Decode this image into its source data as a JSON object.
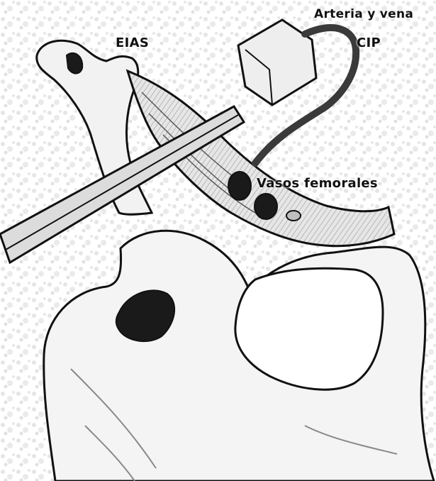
{
  "labels": {
    "eias": "EIAS",
    "arteria_vena": "Arteria y vena",
    "cip": "CIP",
    "vasos_femorales": "Vasos femorales"
  },
  "colors": {
    "ink": "#111111",
    "paper": "#ffffff",
    "shade": "#bdbdbd",
    "vessel_lumen": "#1a1a1a"
  },
  "icons": {
    "specimen": "pelvis-hemipelvis-icon"
  }
}
